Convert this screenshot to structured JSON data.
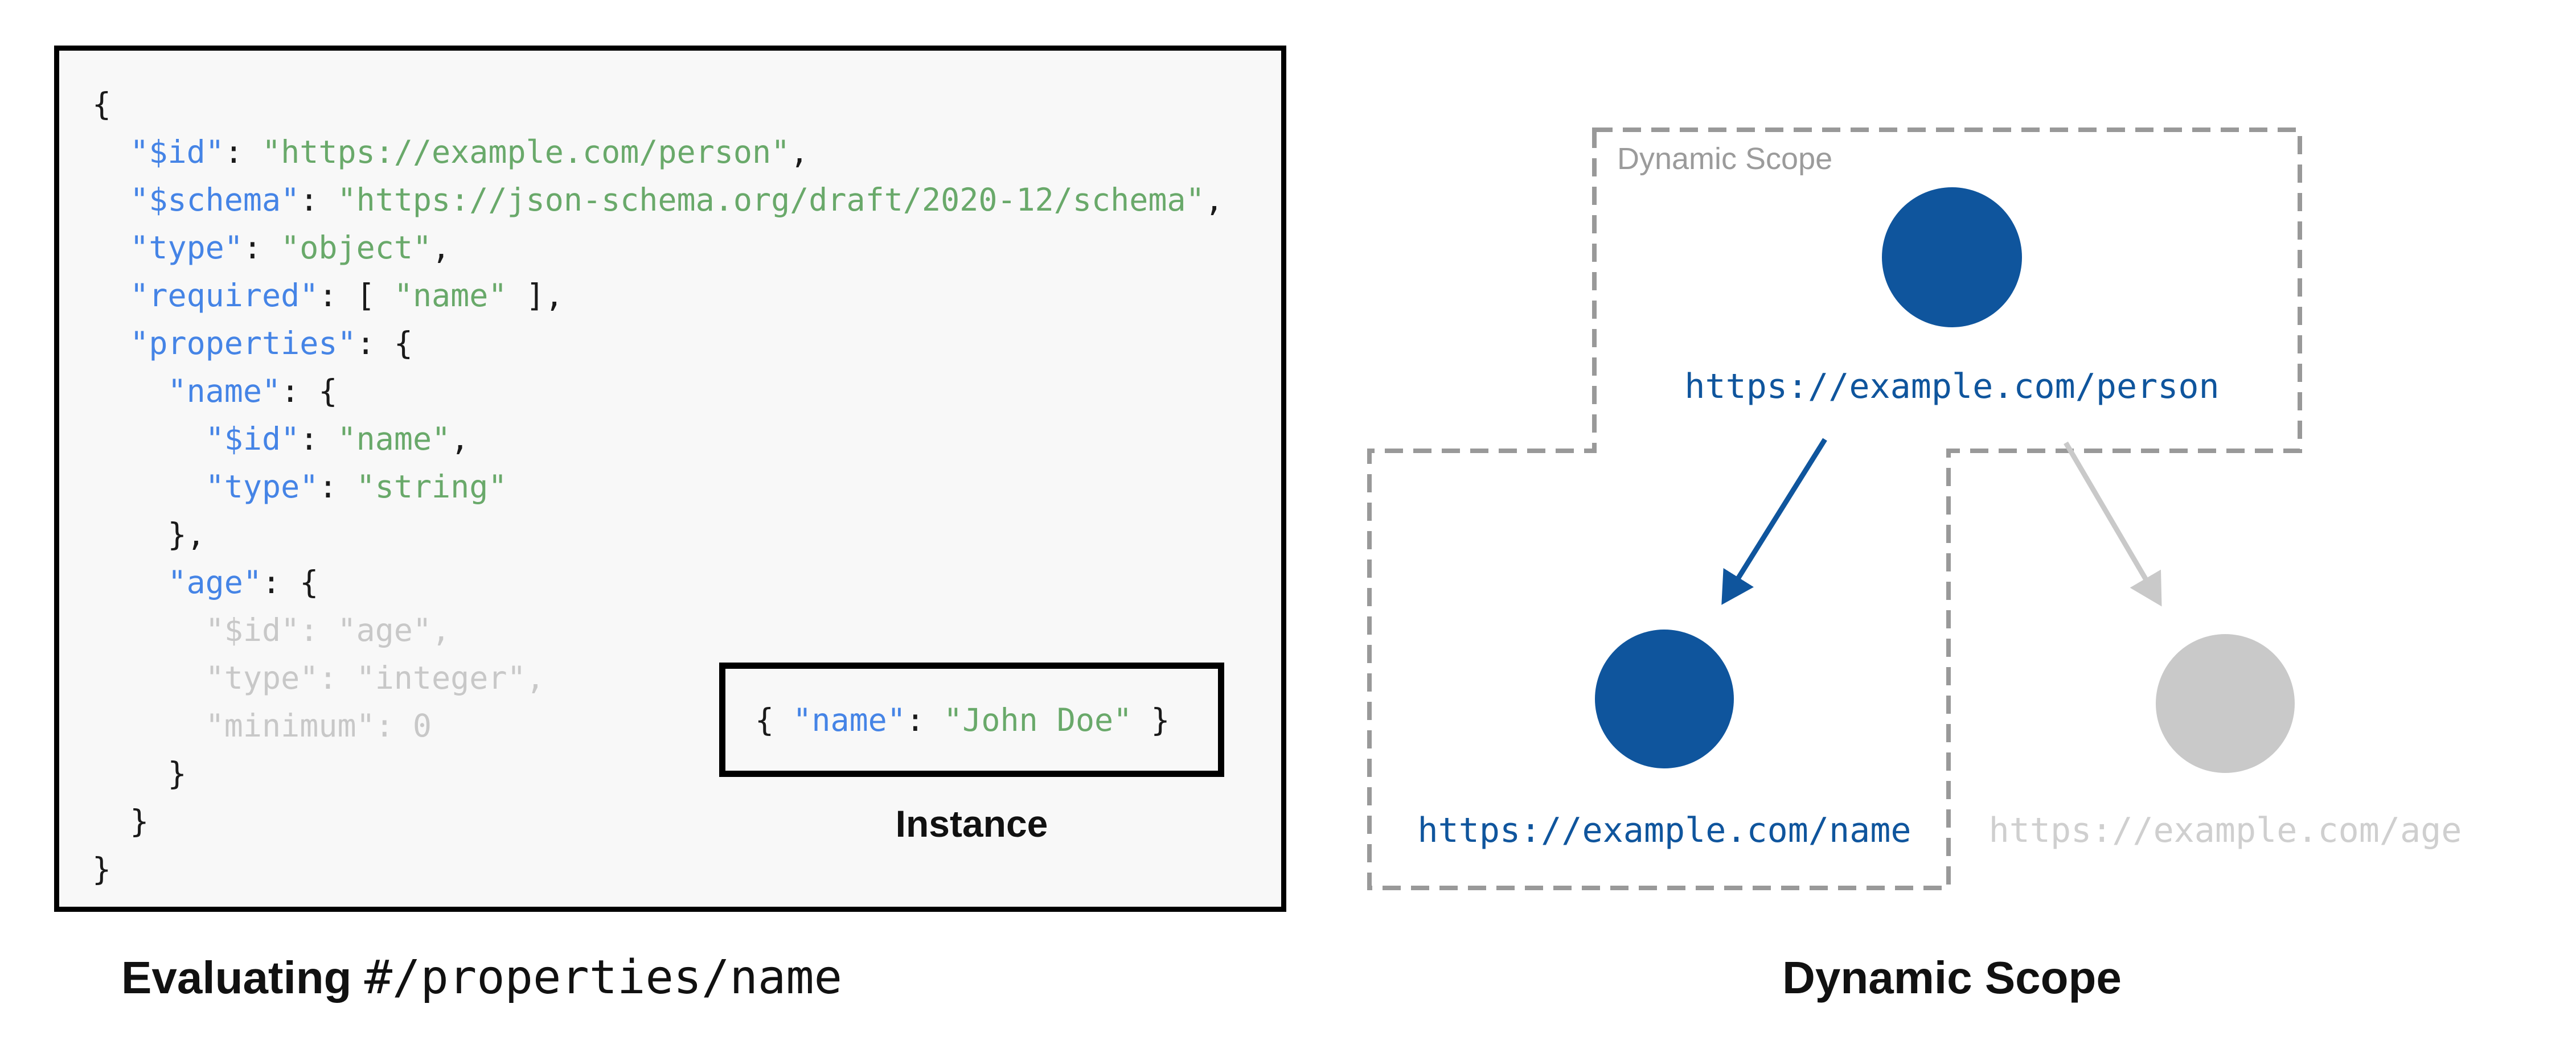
{
  "title": "JSON Schema dynamic scope figure",
  "colors": {
    "code_key": "#4584e6",
    "code_str": "#69a96a",
    "code_dim": "#c8c8c8",
    "code_plain": "#1a1a1a",
    "diagram_blue": "#0f559d",
    "diagram_gray": "#c9c9c9",
    "diagram_gray_text": "#cfcfcf",
    "dash_gray": "#999999",
    "label_gray": "#9b9b9b",
    "panel_bg": "#f8f8f8",
    "panel_border": "#000000"
  },
  "schema_panel": {
    "code_lines": [
      [
        [
          "{",
          "p"
        ]
      ],
      [
        [
          "  ",
          "p"
        ],
        [
          "\"$id\"",
          "k"
        ],
        [
          ": ",
          "p"
        ],
        [
          "\"https://example.com/person\"",
          "s"
        ],
        [
          ",",
          "p"
        ]
      ],
      [
        [
          "  ",
          "p"
        ],
        [
          "\"$schema\"",
          "k"
        ],
        [
          ": ",
          "p"
        ],
        [
          "\"https://json-schema.org/draft/2020-12/schema\"",
          "s"
        ],
        [
          ",",
          "p"
        ]
      ],
      [
        [
          "  ",
          "p"
        ],
        [
          "\"type\"",
          "k"
        ],
        [
          ": ",
          "p"
        ],
        [
          "\"object\"",
          "s"
        ],
        [
          ",",
          "p"
        ]
      ],
      [
        [
          "  ",
          "p"
        ],
        [
          "\"required\"",
          "k"
        ],
        [
          ": [ ",
          "p"
        ],
        [
          "\"name\"",
          "s"
        ],
        [
          " ],",
          "p"
        ]
      ],
      [
        [
          "  ",
          "p"
        ],
        [
          "\"properties\"",
          "k"
        ],
        [
          ": {",
          "p"
        ]
      ],
      [
        [
          "    ",
          "p"
        ],
        [
          "\"name\"",
          "k"
        ],
        [
          ": {",
          "p"
        ]
      ],
      [
        [
          "      ",
          "p"
        ],
        [
          "\"$id\"",
          "k"
        ],
        [
          ": ",
          "p"
        ],
        [
          "\"name\"",
          "s"
        ],
        [
          ",",
          "p"
        ]
      ],
      [
        [
          "      ",
          "p"
        ],
        [
          "\"type\"",
          "k"
        ],
        [
          ": ",
          "p"
        ],
        [
          "\"string\"",
          "s"
        ]
      ],
      [
        [
          "    },",
          "p"
        ]
      ],
      [
        [
          "    ",
          "p"
        ],
        [
          "\"age\"",
          "k"
        ],
        [
          ": {",
          "p"
        ]
      ],
      [
        [
          "      \"$id\": \"age\",",
          "d"
        ]
      ],
      [
        [
          "      \"type\": \"integer\",",
          "d"
        ]
      ],
      [
        [
          "      \"minimum\": 0",
          "d"
        ]
      ],
      [
        [
          "    }",
          "p"
        ]
      ],
      [
        [
          "  }",
          "p"
        ]
      ],
      [
        [
          "}",
          "p"
        ]
      ]
    ],
    "instance": {
      "label": "Instance",
      "code": [
        [
          [
            "{ ",
            "p"
          ],
          [
            "\"name\"",
            "k"
          ],
          [
            ": ",
            "p"
          ],
          [
            "\"John Doe\"",
            "s"
          ],
          [
            " }",
            "p"
          ]
        ]
      ]
    },
    "caption": {
      "bold": "Evaluating",
      "mono": "#/properties/name"
    }
  },
  "diagram": {
    "scope_label": "Dynamic Scope",
    "caption": "Dynamic Scope",
    "nodes": [
      {
        "id": "person",
        "url": "https://example.com/person",
        "state": "in-scope"
      },
      {
        "id": "name",
        "url": "https://example.com/name",
        "state": "in-scope"
      },
      {
        "id": "age",
        "url": "https://example.com/age",
        "state": "out-of-scope"
      }
    ]
  }
}
